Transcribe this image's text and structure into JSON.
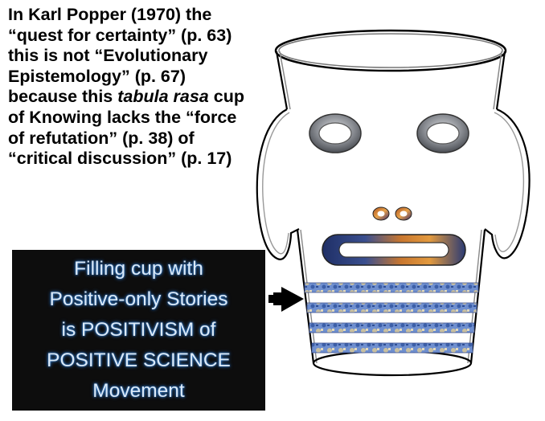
{
  "caption": {
    "segments": [
      {
        "text": "In Karl Popper (1970) the “quest for certainty” (p. 63) this is not “Evolutionary Epistemology” (p. 67) because this ",
        "italic": false
      },
      {
        "text": "tabula rasa",
        "italic": true
      },
      {
        "text": " cup of Knowing lacks the “force of refutation” (p. 38) of “critical discussion” (p. 17)",
        "italic": false
      }
    ]
  },
  "callout": {
    "lines": [
      "Filling cup with",
      "Positive-only Stories",
      "is POSITIVISM of",
      "POSITIVE SCIENCE",
      "Movement"
    ]
  },
  "figure": {
    "arrow_icon": "right-arrow-icon",
    "cup_face": "cup-face-drawing",
    "story_band_count": 4,
    "colors": {
      "band_blue": "#5a7fc7",
      "band_tan": "#cdbf9a",
      "eye_gray": "#7d8086",
      "mouth_orange": "#d27a2a",
      "mouth_blue": "#2b3f78"
    }
  }
}
